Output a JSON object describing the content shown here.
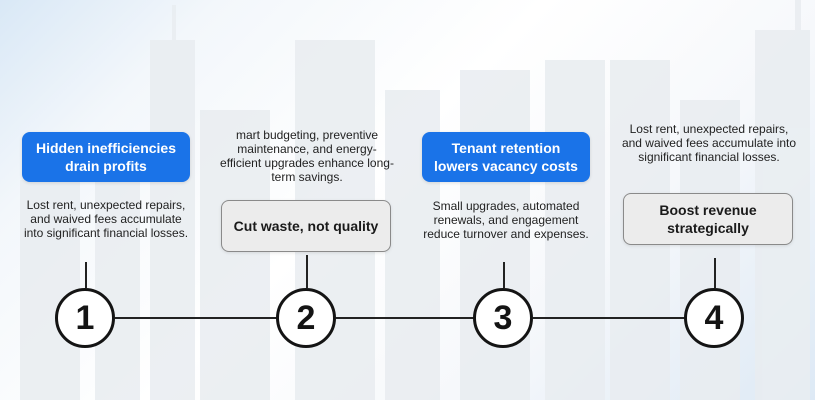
{
  "steps": [
    {
      "number": "1",
      "title": "Hidden inefficiencies drain profits",
      "description": "Lost rent, unexpected repairs, and waived fees accumulate into significant financial losses."
    },
    {
      "number": "2",
      "title": "Cut waste, not quality",
      "description": "mart budgeting, preventive maintenance, and energy-efficient upgrades enhance long-term savings."
    },
    {
      "number": "3",
      "title": "Tenant retention lowers vacancy costs",
      "description": "Small upgrades, automated renewals, and engagement reduce turnover and expenses."
    },
    {
      "number": "4",
      "title": "Boost revenue strategically",
      "description": "Lost rent, unexpected repairs, and waived fees accumulate into significant financial losses."
    }
  ],
  "colors": {
    "accent_blue": "#1a73e8",
    "grey_card": "#ececec",
    "circle_border": "#141414"
  }
}
